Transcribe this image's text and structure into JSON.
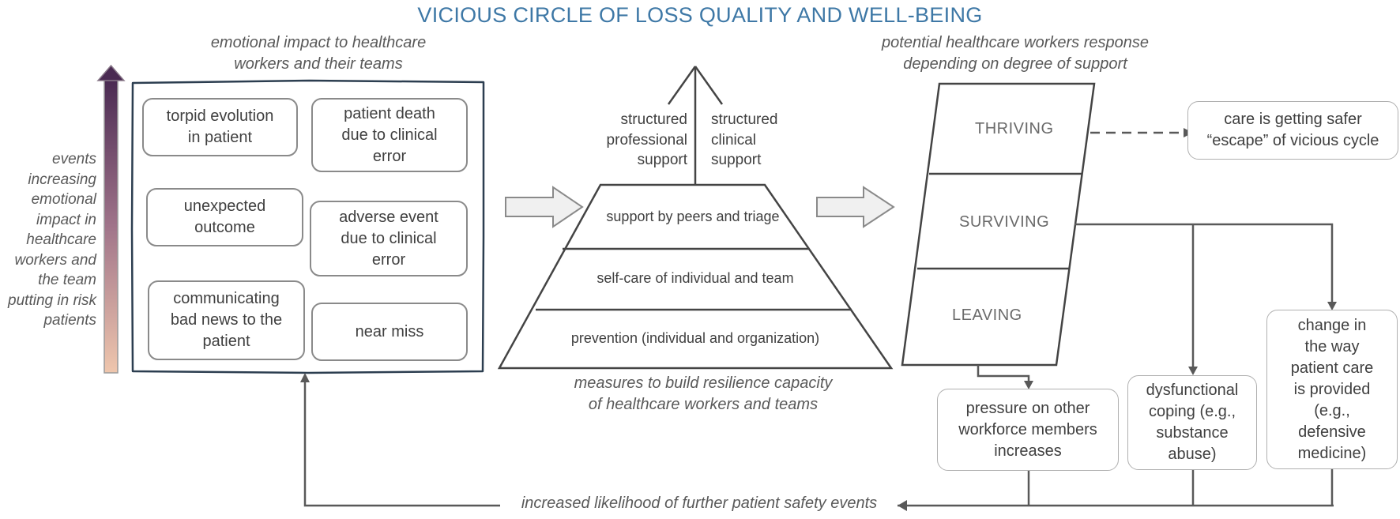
{
  "title": "VICIOUS CIRCLE OF LOSS QUALITY AND WELL-BEING",
  "left": {
    "heading": "emotional impact to healthcare\nworkers and their teams",
    "axis_label": "events\nincreasing\nemotional\nimpact in\nhealthcare\nworkers and\nthe team\nputting in risk\npatients",
    "events": [
      "torpid evolution\nin patient",
      "patient death\ndue to clinical\nerror",
      "unexpected\noutcome",
      "adverse event\ndue to clinical\nerror",
      "communicating\nbad news to the\npatient",
      "near miss"
    ]
  },
  "middle": {
    "branch_left": "structured\nprofessional\nsupport",
    "branch_right": "structured\nclinical\nsupport",
    "levels": [
      "support by peers and triage",
      "self-care of individual and team",
      "prevention (individual and organization)"
    ],
    "caption": "measures to build resilience capacity\nof healthcare workers and teams"
  },
  "right": {
    "heading": "potential healthcare workers response\ndepending on degree of support",
    "stages": [
      "THRIVING",
      "SURVIVING",
      "LEAVING"
    ],
    "thriving_result": "care is getting safer\n“escape” of vicious cycle",
    "outcomes": [
      "pressure on other\nworkforce members\nincreases",
      "dysfunctional\ncoping (e.g.,\nsubstance\nabuse)",
      "change in\nthe way\npatient care\nis provided\n(e.g.,\ndefensive\nmedicine)"
    ]
  },
  "bottom": {
    "feedback_label": "increased likelihood of further patient safety events"
  }
}
